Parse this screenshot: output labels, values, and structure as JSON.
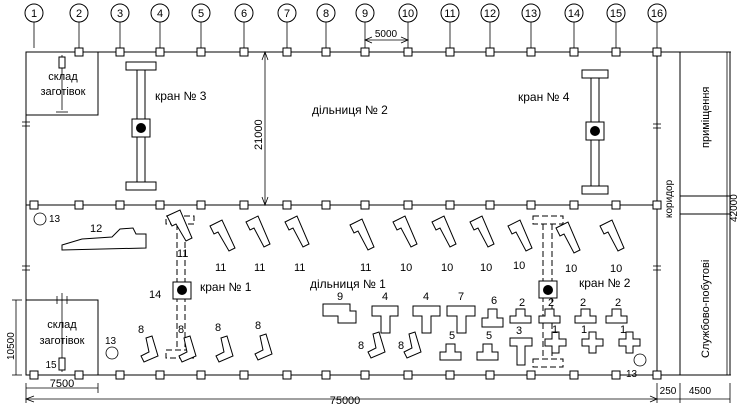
{
  "axes": [
    "1",
    "2",
    "3",
    "4",
    "5",
    "6",
    "7",
    "8",
    "9",
    "10",
    "11",
    "12",
    "13",
    "14",
    "15",
    "16"
  ],
  "dimensions": {
    "bay_spacing": "5000",
    "span_height": "21000",
    "total_height": "42000",
    "total_length": "75000",
    "left_offset": "7500",
    "storage_height": "10500",
    "corridor_width": "250",
    "annex_width": "4500"
  },
  "labels": {
    "storage_top": [
      "склад",
      "заготівок"
    ],
    "storage_bottom": [
      "склад",
      "заготівок"
    ],
    "crane_3": "кран № 3",
    "crane_4": "кран № 4",
    "crane_1": "кран № 1",
    "crane_2": "кран № 2",
    "section_2": "дільниця № 2",
    "section_1": "дільниця № 1",
    "corridor": "коридор",
    "premises": "приміщення",
    "service": "Службово-побутові"
  },
  "machine_numbers": {
    "row_11_10": [
      "11",
      "11",
      "11",
      "11",
      "11",
      "10",
      "10",
      "10",
      "10",
      "10"
    ],
    "m12": "12",
    "m13_left": "13",
    "m13_bottom_left": "13",
    "m13_right": "13",
    "m14": "14",
    "m15": "15",
    "m9": "9",
    "m4a": "4",
    "m4b": "4",
    "m7": "7",
    "m6": "6",
    "m2a": "2",
    "m2b": "2",
    "m2c": "2",
    "m5a": "5",
    "m5b": "5",
    "m3": "3",
    "m1a": "1",
    "m1b": "1",
    "m1c": "1",
    "m8": [
      "8",
      "8",
      "8",
      "8",
      "8",
      "8"
    ]
  }
}
